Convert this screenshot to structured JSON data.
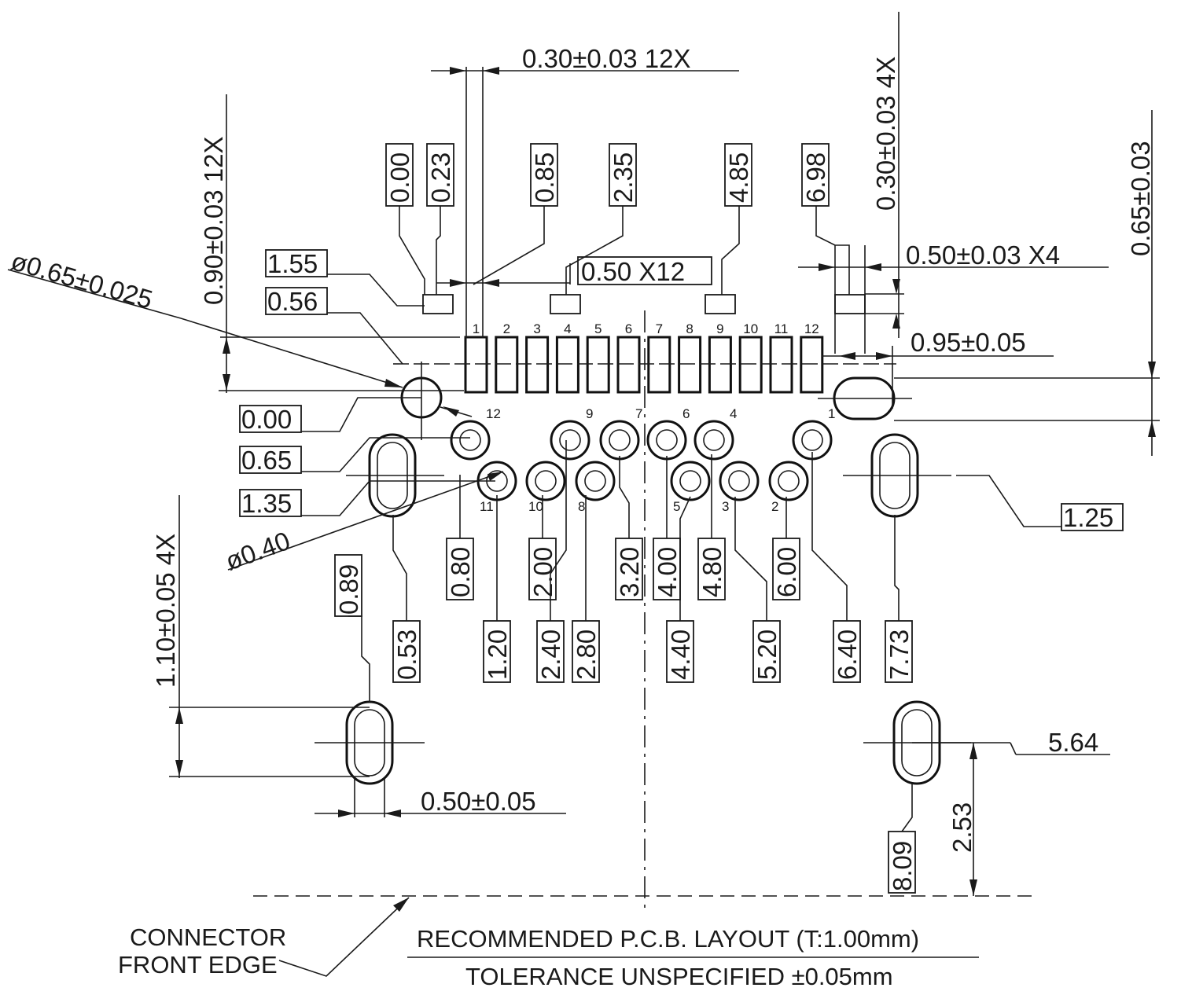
{
  "dimensions": {
    "pitch": "0.30±0.03  12X",
    "pad_height": "0.90±0.03  12X",
    "small_pad_width": "0.30±0.03  4X",
    "right_height": "0.65±0.03",
    "hole_dia": "ø0.65±0.025",
    "pad_spacing": "0.50  X12",
    "small_pad": "0.50±0.03  X4",
    "pad_to_edge": "0.95±0.05",
    "pin_dia": "ø0.40",
    "slot_height": "1.10±0.05  4X",
    "slot_width": "0.50±0.05",
    "offset_right": "5.64",
    "offset_bottom": "2.53"
  },
  "top_coords": [
    "0.00",
    "0.23",
    "0.85",
    "2.35",
    "4.85",
    "6.98"
  ],
  "left_coords": [
    "1.55",
    "0.56",
    "0.00",
    "0.65",
    "1.35"
  ],
  "right_coord": "1.25",
  "lower_coords_row1": [
    "0.80",
    "2.00",
    "3.20",
    "4.00",
    "4.80",
    "6.00"
  ],
  "lower_coords_row2": [
    "0.53",
    "1.20",
    "2.40",
    "2.80",
    "4.40",
    "5.20",
    "6.40",
    "7.73"
  ],
  "bottom_coords": [
    "0.89",
    "8.09"
  ],
  "pad_numbers": [
    "1",
    "2",
    "3",
    "4",
    "5",
    "6",
    "7",
    "8",
    "9",
    "10",
    "11",
    "12"
  ],
  "pin_numbers_upper": [
    "12",
    "9",
    "7",
    "6",
    "4",
    "1"
  ],
  "pin_numbers_lower": [
    "11",
    "10",
    "8",
    "5",
    "3",
    "2"
  ],
  "notes": {
    "edge_line1": "CONNECTOR",
    "edge_line2": "FRONT  EDGE",
    "title": "RECOMMENDED    P.C.B.  LAYOUT  (T:1.00mm)",
    "tolerance": "TOLERANCE  UNSPECIFIED  ±0.05mm"
  }
}
